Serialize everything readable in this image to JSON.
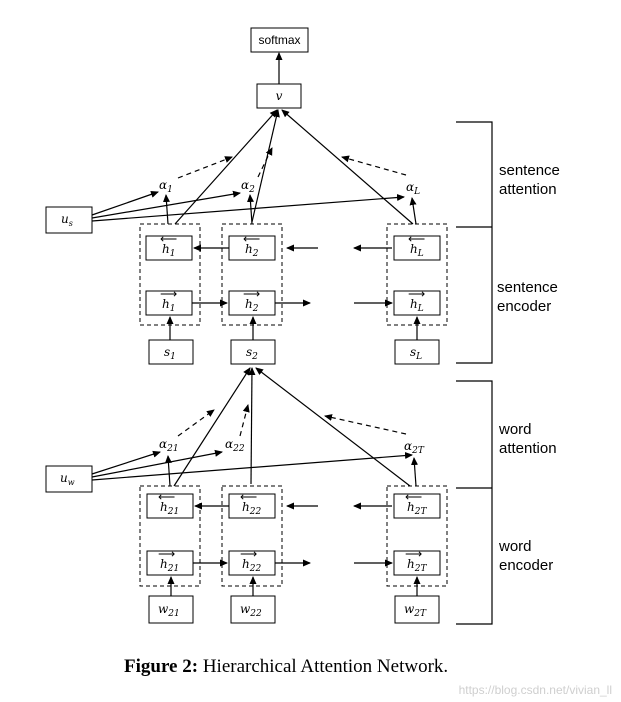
{
  "diagram": {
    "softmax": "softmax",
    "v": "v",
    "us": "u",
    "us_sub": "s",
    "uw": "u",
    "uw_sub": "w",
    "alpha": "α",
    "alpha_sent": [
      "1",
      "2",
      "L"
    ],
    "alpha_word": [
      "21",
      "22",
      "2T"
    ],
    "h_sent_sub": [
      "1",
      "2",
      "L"
    ],
    "h_word_sub": [
      "21",
      "22",
      "2T"
    ],
    "s_var": "s",
    "s_sub": [
      "1",
      "2",
      "L"
    ],
    "w_var": "w",
    "w_sub": [
      "21",
      "22",
      "2T"
    ],
    "h": "h",
    "sections": {
      "sentence_attention": [
        "sentence",
        "attention"
      ],
      "sentence_encoder": [
        "sentence",
        "encoder"
      ],
      "word_attention": [
        "word",
        "attention"
      ],
      "word_encoder": [
        "word",
        "encoder"
      ]
    }
  },
  "caption": {
    "label": "Figure 2:",
    "text": " Hierarchical Attention Network."
  },
  "watermark": "https://blog.csdn.net/vivian_ll"
}
